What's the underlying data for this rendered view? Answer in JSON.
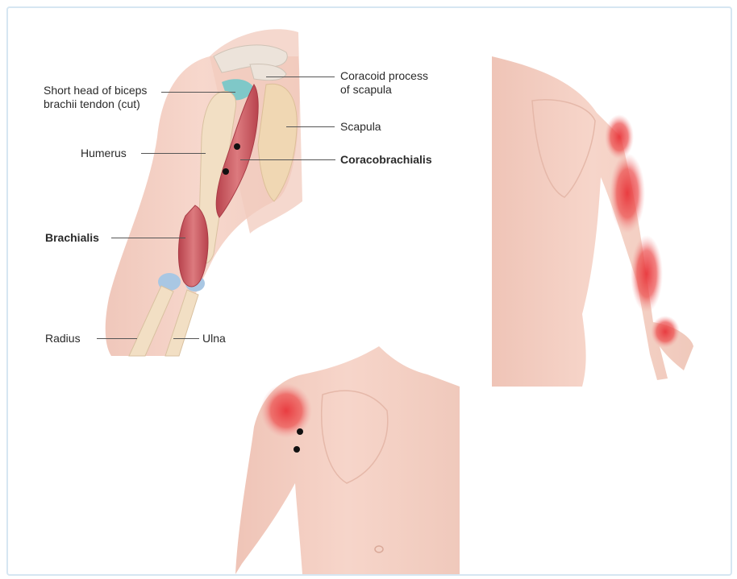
{
  "labels": {
    "short_head_line1": "Short head of biceps",
    "short_head_line2": "brachii tendon (cut)",
    "coracoid_line1": "Coracoid process",
    "coracoid_line2": "of scapula",
    "scapula": "Scapula",
    "humerus": "Humerus",
    "coracobrachialis": "Coracobrachialis",
    "brachialis": "Brachialis",
    "radius": "Radius",
    "ulna": "Ulna"
  },
  "colors": {
    "skin": "#f3cbbf",
    "muscle": "#c9555d",
    "bone": "#f0dcc0",
    "pain": "#e8353a",
    "cartilage": "#7fc8c8"
  }
}
